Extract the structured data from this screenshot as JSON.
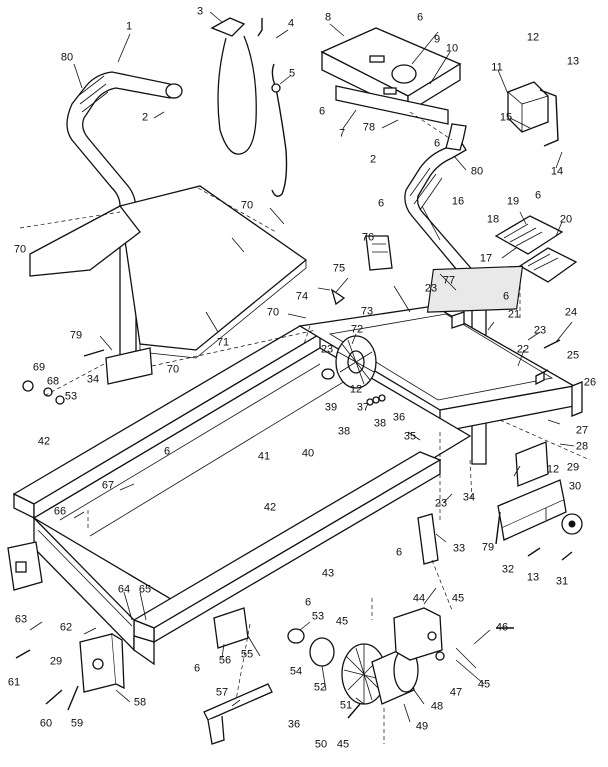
{
  "diagram": {
    "part_numbers": [
      "1",
      "2",
      "3",
      "4",
      "5",
      "6",
      "7",
      "8",
      "9",
      "10",
      "11",
      "12",
      "13",
      "14",
      "15",
      "16",
      "17",
      "18",
      "19",
      "20",
      "21",
      "22",
      "23",
      "24",
      "25",
      "26",
      "27",
      "28",
      "29",
      "30",
      "31",
      "32",
      "33",
      "34",
      "35",
      "36",
      "37",
      "38",
      "39",
      "40",
      "41",
      "42",
      "43",
      "44",
      "45",
      "46",
      "47",
      "48",
      "49",
      "50",
      "51",
      "52",
      "53",
      "54",
      "55",
      "56",
      "57",
      "58",
      "59",
      "60",
      "61",
      "62",
      "63",
      "64",
      "65",
      "66",
      "67",
      "68",
      "69",
      "70",
      "71",
      "72",
      "73",
      "74",
      "75",
      "76",
      "77",
      "78",
      "79",
      "80"
    ]
  }
}
